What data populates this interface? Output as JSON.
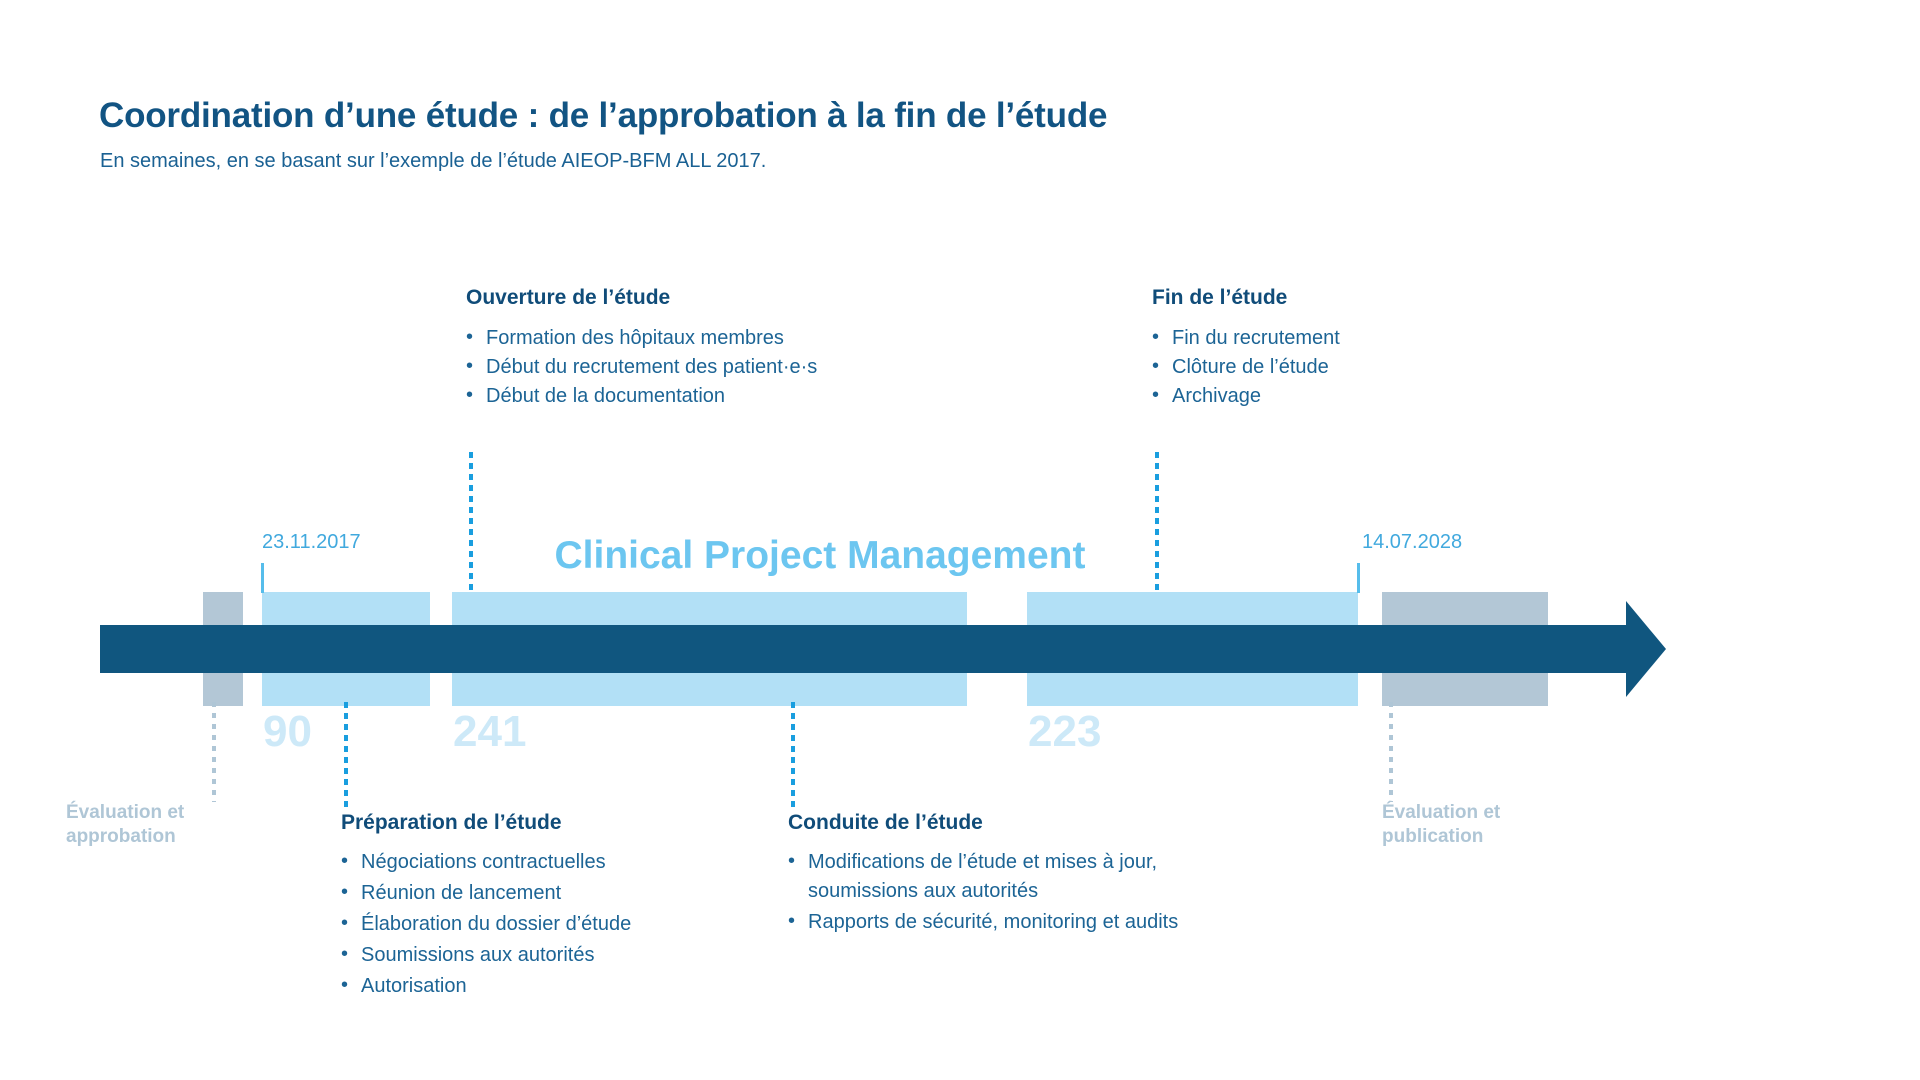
{
  "header": {
    "title": "Coordination d’une étude : de l’approbation à la fin de l’étude",
    "subtitle": "En semaines, en se basant sur l’exemple de l’étude AIEOP-BFM ALL 2017."
  },
  "timeline": {
    "overlay_title": "Clinical Project Management",
    "start_date": "23.11.2017",
    "end_date": "14.07.2028",
    "unit_note": "semaines",
    "phases": [
      {
        "key": "approval",
        "label": "Évaluation et approbation",
        "duration": null,
        "style": "grey",
        "position": "left"
      },
      {
        "key": "preparation",
        "label": "Préparation de l’étude",
        "duration": "90",
        "style": "blue",
        "position": "bottom",
        "bullets": [
          "Négociations contractuelles",
          "Réunion de lancement",
          "Élaboration du dossier d’étude",
          "Soumissions aux autorités",
          "Autorisation"
        ]
      },
      {
        "key": "opening",
        "label": "Ouverture de l’étude",
        "duration": "241",
        "style": "blue",
        "position": "top",
        "bullets": [
          "Formation des hôpitaux membres",
          "Début du recrutement des patient·e·s",
          "Début de la documentation"
        ]
      },
      {
        "key": "conduct",
        "label": "Conduite de l’étude",
        "duration": "223",
        "style": "blue",
        "position": "bottom",
        "bullets": [
          "Modifications de l’étude et mises à jour, soumissions aux autorités",
          "Rapports de sécurité, monitoring et audits"
        ]
      },
      {
        "key": "end",
        "label": "Fin de l’étude",
        "duration": null,
        "style": "blue",
        "position": "top",
        "bullets": [
          "Fin du recrutement",
          "Clôture de l’étude",
          "Archivage"
        ]
      },
      {
        "key": "publication",
        "label": "Évaluation et publication",
        "duration": null,
        "style": "grey",
        "position": "right"
      }
    ]
  },
  "labels": {
    "evaluation_approbation": "Évaluation et\napprobation",
    "evaluation_approbation_l1": "Évaluation et",
    "evaluation_approbation_l2": "approbation",
    "evaluation_publication_l1": "Évaluation et",
    "evaluation_publication_l2": "publication"
  },
  "callouts": {
    "ouverture": {
      "title": "Ouverture de l’étude",
      "bullets": [
        "Formation des hôpitaux membres",
        "Début du recrutement des patient·e·s",
        "Début de la documentation"
      ]
    },
    "fin": {
      "title": "Fin de l’étude",
      "bullets": [
        "Fin du recrutement",
        "Clôture de l’étude",
        "Archivage"
      ]
    },
    "preparation": {
      "title": "Préparation de l’étude",
      "bullets": [
        "Négociations contractuelles",
        "Réunion de lancement",
        "Élaboration du dossier d’étude",
        "Soumissions aux autorités",
        "Autorisation"
      ]
    },
    "conduite": {
      "title": "Conduite de l’étude",
      "bullets": [
        "Modifications de l’étude et mises à jour, soumissions aux autorités",
        "Rapports de sécurité, monitoring et audits"
      ]
    }
  },
  "durations": {
    "preparation": "90",
    "opening": "241",
    "conduct": "223"
  },
  "colors": {
    "dark_blue": "#10567F",
    "title_blue": "#125483",
    "body_blue": "#1C6495",
    "light_blue_bar": "#B2E0F6",
    "bright_blue": "#41A9DE",
    "cpm_blue": "#6CC6F0",
    "number_blue": "#CDE9F8",
    "grey_bar": "#B3C7D6",
    "grey_text": "#AFC6D6",
    "background": "#FFFFFF"
  },
  "chart_data": {
    "type": "bar",
    "title": "Coordination d’une étude : de l’approbation à la fin de l’étude",
    "subtitle": "En semaines, en se basant sur l’exemple de l’étude AIEOP-BFM ALL 2017.",
    "xlabel": "",
    "ylabel": "semaines",
    "categories": [
      "Évaluation et approbation",
      "Préparation de l’étude",
      "Ouverture de l’étude",
      "Conduite de l’étude",
      "Évaluation et publication"
    ],
    "values": [
      null,
      90,
      241,
      223,
      null
    ],
    "value_labels": [
      "",
      "90",
      "241",
      "223",
      ""
    ],
    "axis_start_label": "23.11.2017",
    "axis_end_label": "14.07.2028",
    "legend": [],
    "grid": false,
    "annotations": [
      "Clinical Project Management"
    ]
  }
}
